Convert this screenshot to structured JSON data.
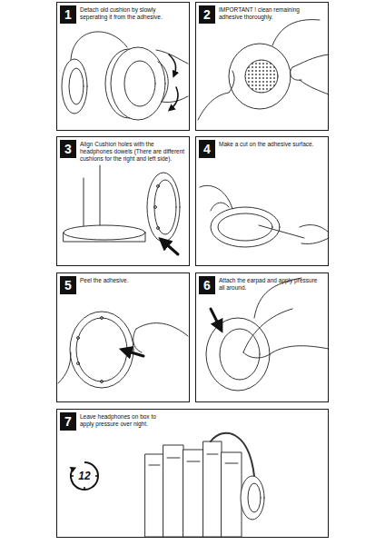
{
  "diagram": {
    "nodes": [
      {
        "text": [
          "Detach old cushion by slowly seperating it from the adhesive."
        ]
      },
      {
        "text": [
          "1"
        ],
        "in": 0
      },
      {
        "text": [
          "IMPORTANT ! clean remaining adhesive thoroughly."
        ]
      },
      {
        "text": [
          "2"
        ],
        "in": 2
      },
      {
        "text": [
          "Align Cushion holes with the headphones dowels (There are different cushions for the right and left side)."
        ]
      },
      {
        "text": [
          "3"
        ],
        "in": 4
      },
      {
        "text": [
          "Make a cut on the adhesive surface."
        ]
      },
      {
        "text": [
          "4"
        ],
        "in": 6
      },
      {
        "text": [
          "Peel the adhesive."
        ]
      },
      {
        "text": [
          "5"
        ],
        "in": 8
      },
      {
        "text": [
          "Attach the earpad and apply pressure all around."
        ]
      },
      {
        "text": [
          "6"
        ],
        "in": 10
      },
      {
        "text": [
          "Leave headphones on box to apply pressure over night."
        ]
      },
      {
        "text": [
          "7"
        ],
        "in": 12
      },
      {
        "text": [
          "12"
        ],
        "in": 12
      }
    ]
  }
}
